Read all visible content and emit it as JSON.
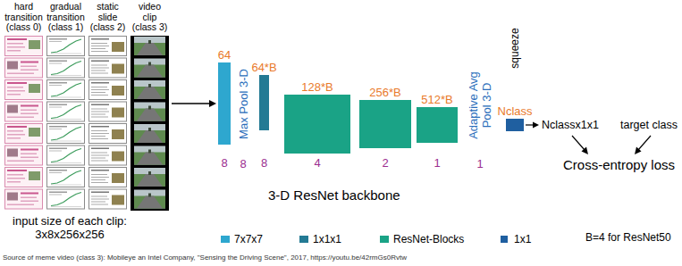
{
  "diagram": {
    "nodes": [
      {
        "text": [
          "hard transition (class 0)"
        ]
      },
      {
        "text": [
          "gradual transition (class 1)"
        ]
      },
      {
        "text": [
          "static slide (class 2)"
        ]
      },
      {
        "text": [
          "video clip (class 3)"
        ]
      },
      {
        "text": [
          "64",
          "8"
        ]
      },
      {
        "text": [
          "64*B",
          "8"
        ]
      },
      {
        "text": [
          "128*B",
          "4"
        ]
      },
      {
        "text": [
          "256*B",
          "2"
        ]
      },
      {
        "text": [
          "512*B",
          "1"
        ]
      },
      {
        "text": [
          "Nclass"
        ]
      }
    ],
    "edges": [
      {
        "from": 3,
        "to": 4,
        "arrow": "to"
      }
    ],
    "labels": [
      "Max Pool 3-D",
      "8",
      "Adaptive Avg Pool 3-D",
      "1",
      "squeeze",
      "Nclassx1x1",
      "target class",
      "Cross-entropy loss",
      "3-D ResNet backbone",
      "input size of each clip: 3x8x256x256",
      "B=4 for ResNet50",
      "Source of meme video (class 3): Mobileye an Intel Company, \"Sensing the Driving Scene\", 2017, https://youtu.be/42rmGs0Rvtw"
    ],
    "legend": [
      {
        "text": "7x7x7",
        "color": "#2ea7cf"
      },
      {
        "text": "1x1x1",
        "color": "#237a94"
      },
      {
        "text": "ResNet-Blocks",
        "color": "#1aa386"
      },
      {
        "text": "1x1",
        "color": "#1f5fa0"
      }
    ]
  }
}
